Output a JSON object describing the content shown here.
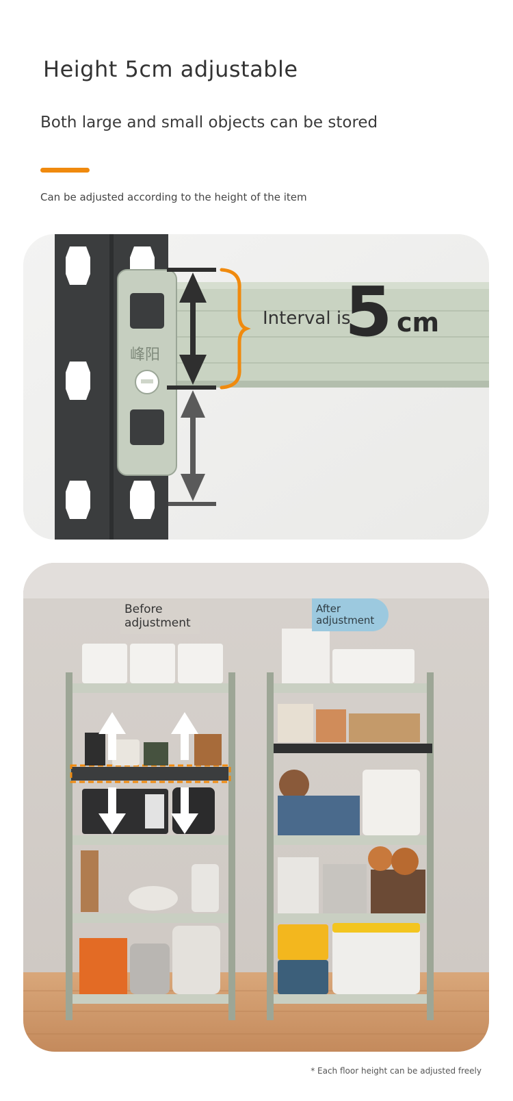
{
  "header": {
    "title": "Height 5cm adjustable",
    "subtitle": "Both large and small objects can be stored",
    "description": "Can be adjusted according to the height of the item",
    "accent_color": "#f08a0e"
  },
  "detail_panel": {
    "interval_label": "Interval is",
    "interval_value": "5",
    "interval_unit": "cm",
    "brand_mark": "峰阳"
  },
  "comparison_panel": {
    "before_label": "Before adjustment",
    "after_label": "After adjustment"
  },
  "footnote": "* Each floor height can be adjusted freely"
}
